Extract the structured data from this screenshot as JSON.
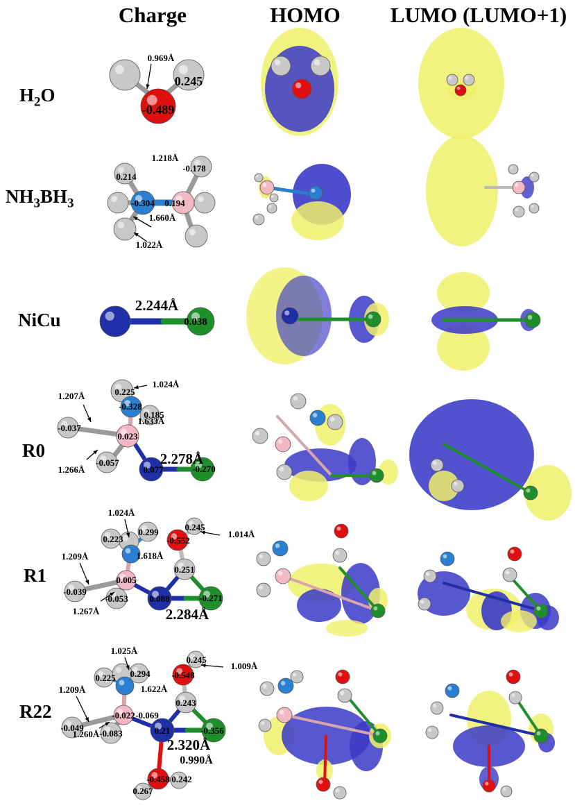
{
  "headers": {
    "charge": "Charge",
    "homo": "HOMO",
    "lumo": "LUMO (LUMO+1)"
  },
  "rows": [
    {
      "id": "h2o",
      "label_main": "H",
      "label_sub": "2",
      "label_tail": "O",
      "charges": [
        "0.245",
        "-0.489"
      ],
      "bonds": [
        "0.969Å"
      ]
    },
    {
      "id": "nh3bh3",
      "label_main": "NH",
      "label_sub": "3",
      "label_mid": "BH",
      "label_sub2": "3",
      "charges": [
        "0.214",
        "-0.304",
        "0.194",
        "-0.178"
      ],
      "bonds": [
        "1.218Å",
        "1.660Å",
        "1.022Å"
      ]
    },
    {
      "id": "nicu",
      "label": "NiCu",
      "charges": [
        "0.038"
      ],
      "bonds": [
        "2.244Å"
      ]
    },
    {
      "id": "r0",
      "label": "R0",
      "charges": [
        "0.225",
        "-0.328",
        "0.185",
        "-0.037",
        "0.023",
        "-0.057",
        "0.077",
        "-0.270"
      ],
      "bonds": [
        "1.024Å",
        "1.207Å",
        "1.633Å",
        "1.266Å",
        "2.278Å"
      ]
    },
    {
      "id": "r1",
      "label": "R1",
      "charges": [
        "0.223",
        "0.299",
        "0.245",
        "-0.552",
        "0.251",
        "-0.039",
        "0.005",
        "-0.053",
        "0.088",
        "-0.271"
      ],
      "bonds": [
        "1.024Å",
        "1.014Å",
        "1.209Å",
        "1.618Å",
        "1.267Å",
        "2.284Å"
      ]
    },
    {
      "id": "r22",
      "label": "R22",
      "charges": [
        "0.225",
        "0.294",
        "0.245",
        "-0.548",
        "0.243",
        "-0.049",
        "-0.022",
        "-0.069",
        "-0.083",
        "0.21",
        "-0.356",
        "-0.458",
        "0.242",
        "0.267"
      ],
      "bonds": [
        "1.025Å",
        "1.009Å",
        "1.209Å",
        "1.622Å",
        "1.260Å",
        "2.320Å",
        "0.990Å"
      ]
    }
  ],
  "colors": {
    "hydrogen": "#c8c8c8",
    "oxygen": "#e01010",
    "nitrogen": "#2a7fd0",
    "boron": "#f2b8c4",
    "nickel": "#1f2fa8",
    "copper": "#1e8f2a",
    "orbital_pos": "#f0f06a",
    "orbital_neg": "#3a3ac8"
  }
}
